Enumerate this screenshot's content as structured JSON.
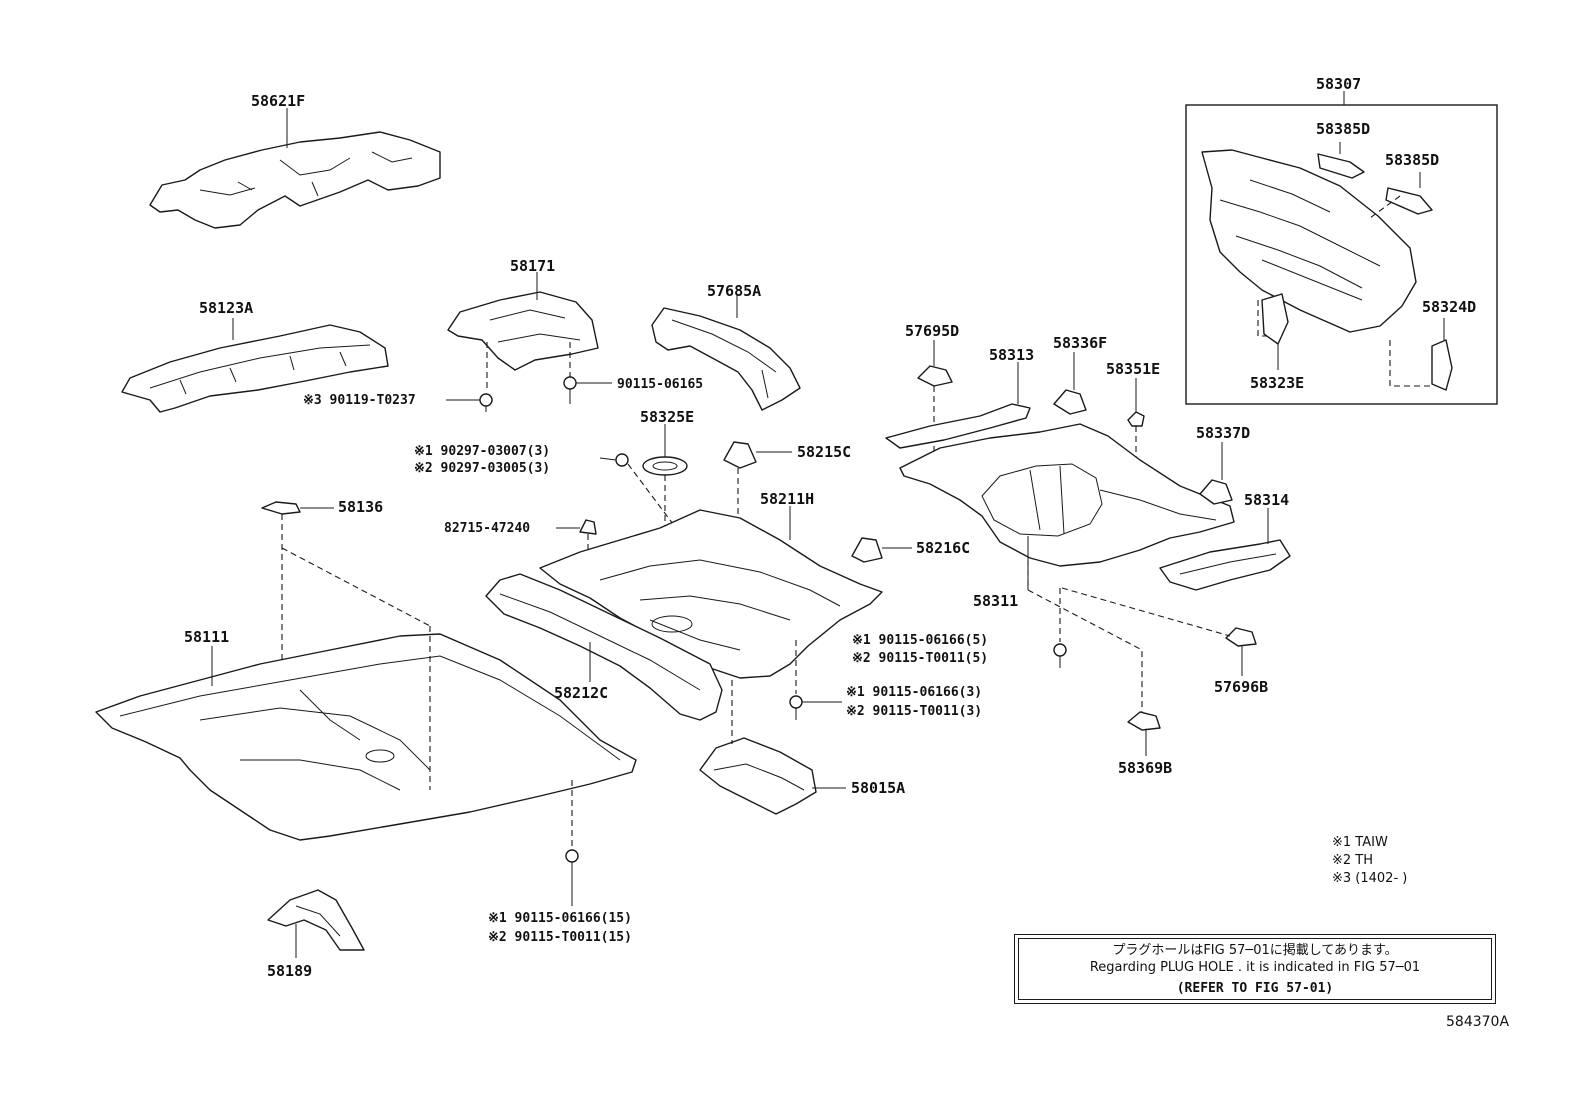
{
  "labels": {
    "p58621F": "58621F",
    "p58123A": "58123A",
    "p58171": "58171",
    "p57685A": "57685A",
    "p58307": "58307",
    "p58385D_a": "58385D",
    "p58385D_b": "58385D",
    "p58324D": "58324D",
    "p58323E": "58323E",
    "p57695D": "57695D",
    "p58313": "58313",
    "p58336F": "58336F",
    "p58351E": "58351E",
    "p58337D": "58337D",
    "p58314": "58314",
    "p58325E": "58325E",
    "p58215C": "58215C",
    "p58211H": "58211H",
    "p58216C": "58216C",
    "p58311": "58311",
    "p58136": "58136",
    "p82715": "82715-47240",
    "p58111": "58111",
    "p58212C": "58212C",
    "p58015A": "58015A",
    "p57696B": "57696B",
    "p58369B": "58369B",
    "p58189": "58189"
  },
  "fasteners": {
    "f1": "※3 90119-T0237",
    "f2": "90115-06165",
    "f3a": "※1 90297-03007(3)",
    "f3b": "※2 90297-03005(3)",
    "f4a": "※1 90115-06166(5)",
    "f4b": "※2 90115-T0011(5)",
    "f5a": "※1 90115-06166(3)",
    "f5b": "※2 90115-T0011(3)",
    "f6a": "※1 90115-06166(15)",
    "f6b": "※2 90115-T0011(15)"
  },
  "legend": {
    "l1": "※1 TAIW",
    "l2": "※2 TH",
    "l3": "※3 (1402-        )"
  },
  "note": {
    "jp": "プラグホールはFIG 57─01に掲載してあります。",
    "en": "Regarding  PLUG  HOLE . it is indicated in FIG  57─01",
    "ref": "(REFER TO FIG 57-01)"
  },
  "figure_code": "584370A"
}
